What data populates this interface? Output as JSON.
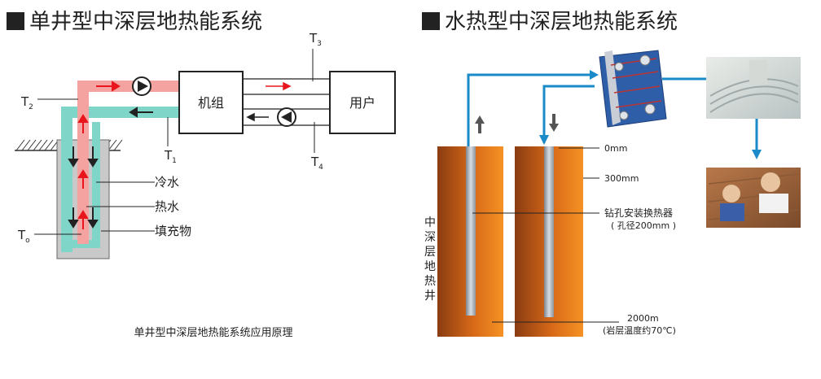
{
  "left": {
    "title": "单井型中深层地热能系统",
    "caption": "单井型中深层地热能系统应用原理",
    "unit_label": "机组",
    "user_label": "用户",
    "labels": {
      "t2_main": "T",
      "t2_sub": "2",
      "t1_main": "T",
      "t1_sub": "1",
      "t3_main": "T",
      "t3_sub": "3",
      "t4_main": "T",
      "t4_sub": "4",
      "t0_main": "T",
      "t0_sub": "o",
      "cold": "冷水",
      "hot": "热水",
      "fill": "填充物"
    }
  },
  "right": {
    "title": "水热型中深层地热能系统",
    "vertical_label": [
      "中",
      "深",
      "层",
      "地",
      "热",
      "井"
    ],
    "depth_0": "0mm",
    "depth_300": "300mm",
    "exchanger_1": "钻孔安装换热器",
    "exchanger_2": "( 孔径200mm )",
    "depth_2000": "2000m",
    "rock_temp": "(岩层温度约70℃)"
  },
  "colors": {
    "hot_pipe": "#f4a3a0",
    "cold_pipe": "#7fd6c8",
    "red_arrow": "#e8161c",
    "blue_line": "#1a8ac8",
    "rock_dark": "#8a3c12",
    "rock_light": "#f08a20"
  }
}
